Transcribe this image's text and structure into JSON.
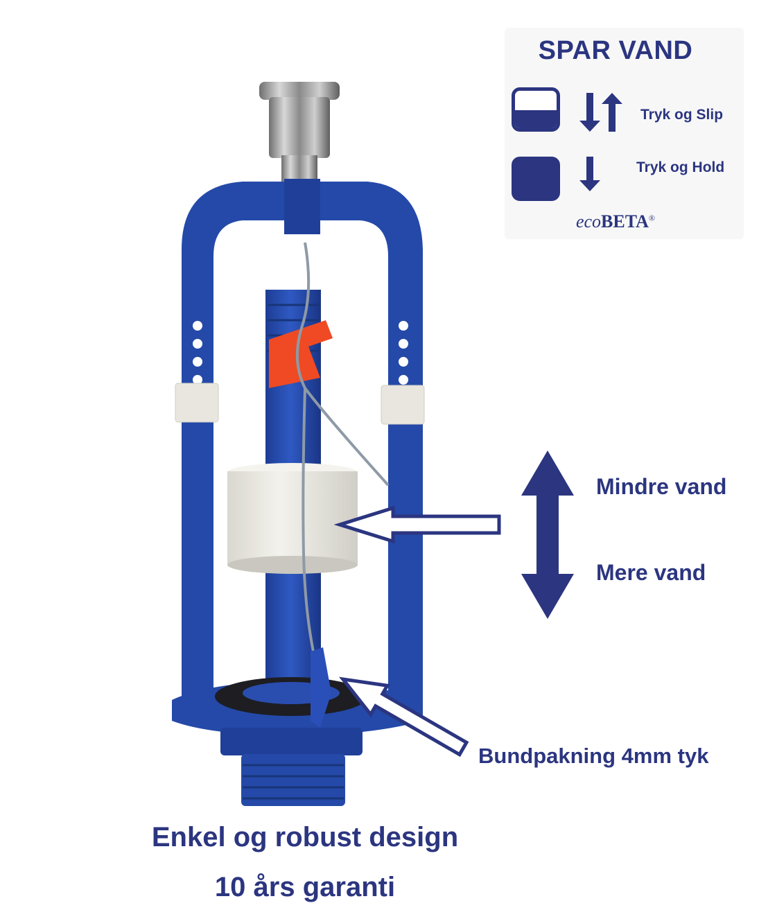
{
  "card": {
    "title": "SPAR VAND",
    "rows": [
      {
        "label": "Tryk og Slip",
        "icon": "half-tank-icon",
        "arrows": "up-down-arrows-icon"
      },
      {
        "label": "Tryk og Hold",
        "icon": "full-tank-icon",
        "arrows": "down-arrow-icon"
      }
    ],
    "brand_eco": "eco",
    "brand_name": "BETA",
    "brand_mark": "®"
  },
  "annotations": {
    "less_water": "Mindre vand",
    "more_water": "Mere vand",
    "gasket": "Bundpakning 4mm tyk"
  },
  "footer": {
    "line1": "Enkel og robust design",
    "line2": "10 års garanti"
  },
  "colors": {
    "brand_blue": "#2b3580",
    "valve_blue": "#2449a8",
    "float_white": "#ecebe5",
    "clip_orange": "#ef4a23"
  }
}
